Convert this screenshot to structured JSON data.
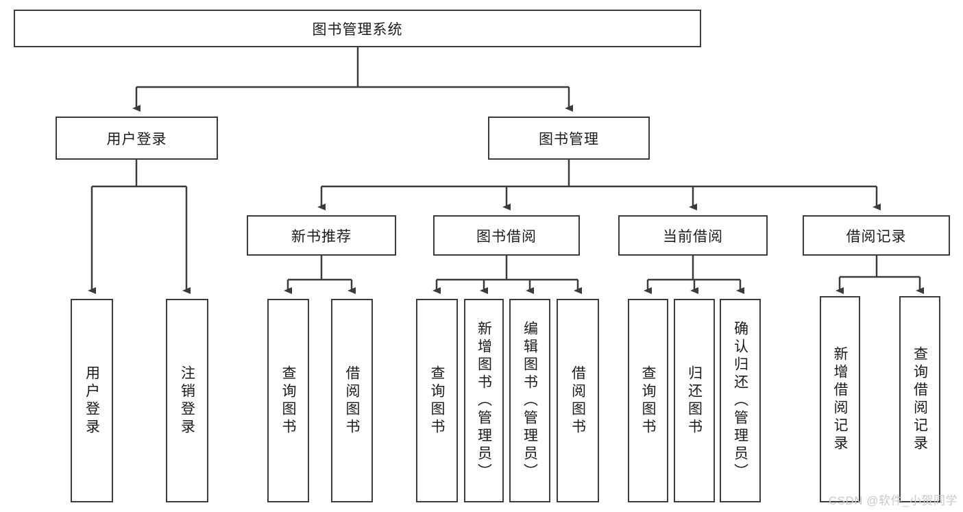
{
  "diagram": {
    "title": "图书管理系统",
    "type": "tree",
    "root": {
      "label": "图书管理系统"
    },
    "level2": [
      {
        "label": "用户登录"
      },
      {
        "label": "图书管理"
      }
    ],
    "level3": [
      {
        "label": "新书推荐",
        "parent": "图书管理"
      },
      {
        "label": "图书借阅",
        "parent": "图书管理"
      },
      {
        "label": "当前借阅",
        "parent": "图书管理"
      },
      {
        "label": "借阅记录",
        "parent": "图书管理"
      }
    ],
    "leaves": {
      "user_login": [
        {
          "label": "用户登录"
        },
        {
          "label": "注销登录"
        }
      ],
      "new_book_recommend": [
        {
          "label": "查询图书"
        },
        {
          "label": "借阅图书"
        }
      ],
      "book_borrow": [
        {
          "label": "查询图书"
        },
        {
          "label": "新增图书（管理员）"
        },
        {
          "label": "编辑图书（管理员）"
        },
        {
          "label": "借阅图书"
        }
      ],
      "current_borrow": [
        {
          "label": "查询图书"
        },
        {
          "label": "归还图书"
        },
        {
          "label": "确认归还（管理员）"
        }
      ],
      "borrow_record": [
        {
          "label": "新增借阅记录"
        },
        {
          "label": "查询借阅记录"
        }
      ]
    },
    "watermark": "CSDN @软件_小贺同学",
    "colors": {
      "stroke": "#3b3b3b",
      "fill": "#ffffff",
      "text": "#1b1b1b",
      "watermark": "#c9c9c9"
    }
  }
}
